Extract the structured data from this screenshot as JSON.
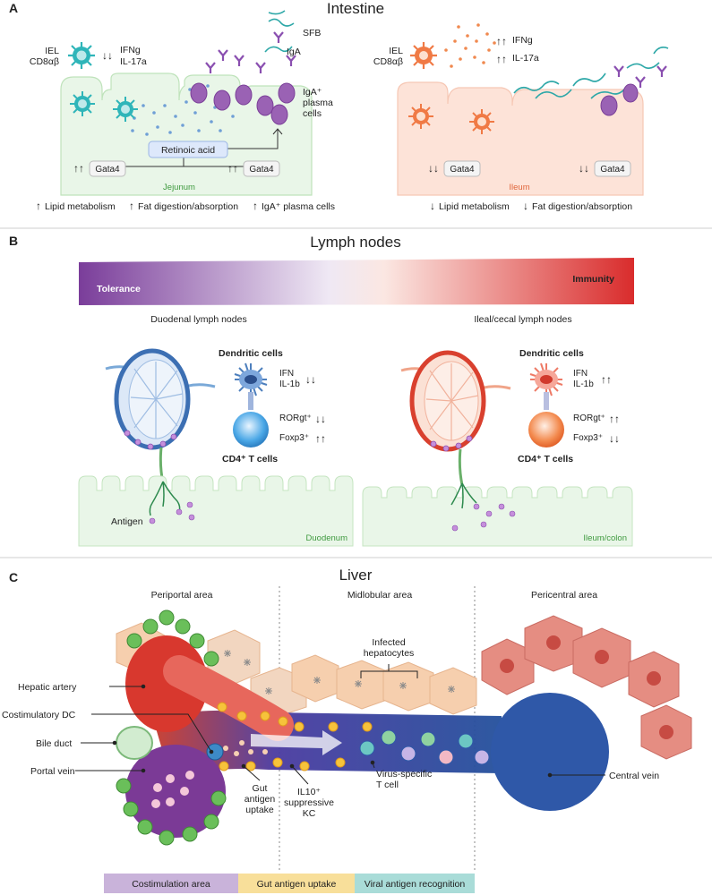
{
  "panel_a": {
    "letter": "A",
    "title": "Intestine",
    "left": {
      "iel_line1": "IEL",
      "iel_line2": "CD8αβ",
      "ifng": "IFNg",
      "il17": "IL-17a",
      "ifng_arrows": "↓↓",
      "il17_arrows": "",
      "sfb": "SFB",
      "iga": "IgA",
      "plasma1": "IgA⁺",
      "plasma2": "plasma",
      "plasma3": "cells",
      "retinoic": "Retinoic acid",
      "gata_left": "Gata4",
      "gata_right": "Gata4",
      "gata_arrows": "↑↑",
      "region": "Jejunum",
      "footer1": "Lipid metabolism",
      "footer2": "Fat digestion/absorption",
      "footer3": "IgA⁺ plasma cells",
      "up": "↑"
    },
    "right": {
      "iel_line1": "IEL",
      "iel_line2": "CD8αβ",
      "ifng": "IFNg",
      "il17": "IL-17a",
      "arrows": "↑↑",
      "gata_left": "Gata4",
      "gata_right": "Gata4",
      "gata_arrows": "↓↓",
      "region": "Ileum",
      "footer1": "Lipid metabolism",
      "footer2": "Fat digestion/absorption",
      "down": "↓"
    }
  },
  "panel_b": {
    "letter": "B",
    "title": "Lymph nodes",
    "gradient_left": "Tolerance",
    "gradient_right": "Immunity",
    "left": {
      "heading": "Duodenal lymph nodes",
      "dc": "Dendritic cells",
      "ifn": "IFN",
      "il1b": "IL-1b",
      "cyt_arrows": "↓↓",
      "rorgt": "RORgt⁺",
      "rorgt_arrows": "↓↓",
      "foxp3": "Foxp3⁺",
      "foxp3_arrows": "↑↑",
      "tcells": "CD4⁺ T cells",
      "antigen": "Antigen",
      "region": "Duodenum"
    },
    "right": {
      "heading": "Ileal/cecal lymph nodes",
      "dc": "Dendritic cells",
      "ifn": "IFN",
      "il1b": "IL-1b",
      "cyt_arrows": "↑↑",
      "rorgt": "RORgt⁺",
      "rorgt_arrows": "↑↑",
      "foxp3": "Foxp3⁺",
      "foxp3_arrows": "↓↓",
      "tcells": "CD4⁺ T cells",
      "region": "Ileum/colon"
    }
  },
  "panel_c": {
    "letter": "C",
    "title": "Liver",
    "zones": [
      "Periportal area",
      "Midlobular area",
      "Pericentral area"
    ],
    "labels": {
      "hepatic_artery": "Hepatic artery",
      "costim_dc": "Costimulatory DC",
      "bile_duct": "Bile duct",
      "portal_vein": "Portal vein",
      "infected1": "Infected",
      "infected2": "hepatocytes",
      "virus1": "Virus-specific",
      "virus2": "T cell",
      "central_vein": "Central vein",
      "gut1": "Gut",
      "gut2": "antigen",
      "gut3": "uptake",
      "il10_1": "IL10⁺",
      "il10_2": "suppressive",
      "il10_3": "KC"
    },
    "legend": [
      {
        "label": "Costimulation area",
        "color": "#c9b3da"
      },
      {
        "label": "Gut antigen uptake",
        "color": "#f8df9a"
      },
      {
        "label": "Viral antigen recognition",
        "color": "#a9dcd8"
      }
    ]
  },
  "colors": {
    "tolerance": "#7a3d9a",
    "immunity": "#d92c2c",
    "villi_green": "#e9f6e8",
    "villi_peach": "#fde3d8",
    "iel_teal": "#2fb5b9",
    "iel_orange": "#f07a45",
    "plasma_purple": "#9a62b4",
    "portal_purple": "#7b3a96",
    "artery_red": "#d8382e",
    "vein_blue": "#2a4f9e"
  }
}
